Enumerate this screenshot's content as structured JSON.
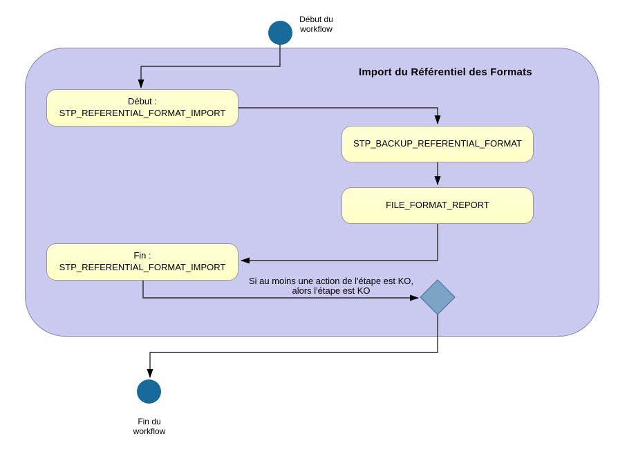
{
  "frame": {
    "title": "Import du Référentiel des Formats"
  },
  "nodes": {
    "start": {
      "label": "Début du\nworkflow"
    },
    "step_begin": {
      "label": "Début :\nSTP_REFERENTIAL_FORMAT_IMPORT"
    },
    "backup": {
      "label": "STP_BACKUP_REFERENTIAL_FORMAT"
    },
    "report": {
      "label": "FILE_FORMAT_REPORT"
    },
    "step_end": {
      "label": "Fin :\nSTP_REFERENTIAL_FORMAT_IMPORT"
    },
    "end": {
      "label": "Fin du\nworkflow"
    }
  },
  "annotations": {
    "ko_note": "Si au moins une action de l'étape est KO,\nalors l'étape est KO"
  },
  "colors": {
    "frame_fill": "#cacaf0",
    "frame_border": "#8383b0",
    "activity_fill": "#ffffcc",
    "activity_border": "#9a9a9a",
    "terminal_fill": "#186a9b",
    "decision_fill": "#7ba4c7",
    "decision_border": "#4c7399",
    "connector": "#2a2a2a",
    "arrowhead": "#000000"
  }
}
